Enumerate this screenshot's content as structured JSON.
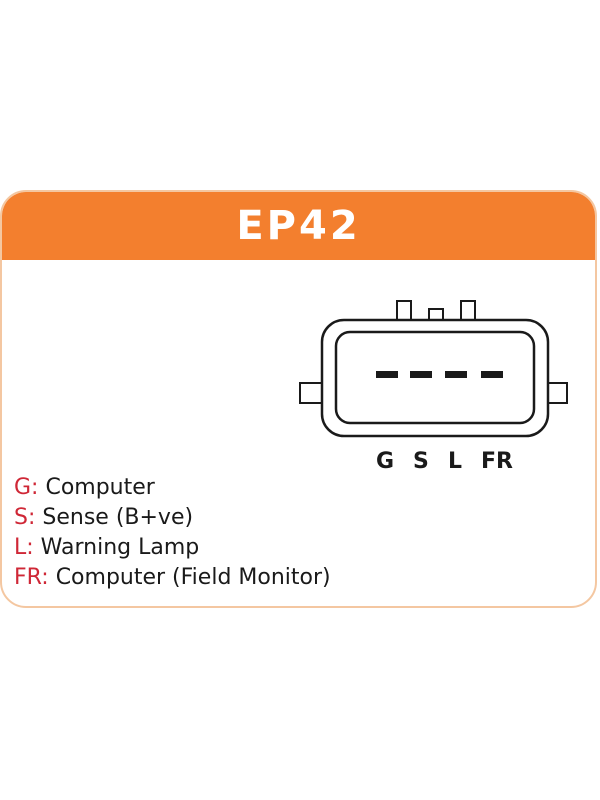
{
  "header": {
    "title": "EP42"
  },
  "colors": {
    "header_background": "#f37f2e",
    "card_border": "#f4c7a1",
    "key_text": "#cf2736",
    "body_text": "#1a1a1a"
  },
  "connector": {
    "icon": "connector-plug-icon",
    "pin_count": 4,
    "pin_labels": [
      "G",
      "S",
      "L",
      "FR"
    ]
  },
  "legend": [
    {
      "key": "G:",
      "text": "Computer"
    },
    {
      "key": "S:",
      "text": "Sense (B+ve)"
    },
    {
      "key": "L:",
      "text": "Warning Lamp"
    },
    {
      "key": "FR:",
      "text": "Computer (Field Monitor)"
    }
  ]
}
